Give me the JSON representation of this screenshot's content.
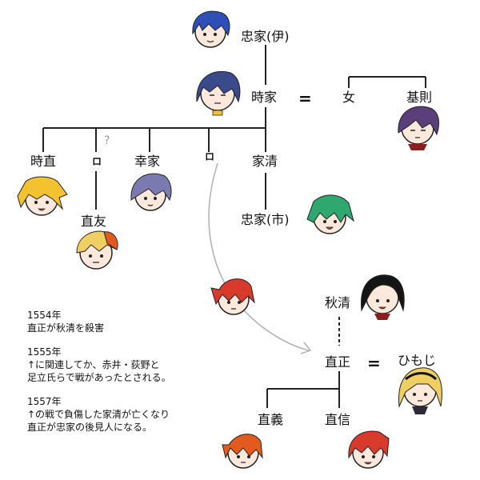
{
  "people": {
    "tadaie_i": "忠家(伊)",
    "tokiie": "時家",
    "onna": "女",
    "motonori": "基則",
    "tokinao": "時直",
    "small1": "ロ",
    "yukiie": "幸家",
    "small2": "ロ",
    "iekiyo": "家清",
    "naotomo": "直友",
    "tadaie_shi": "忠家(市)",
    "akikiyo": "秋清",
    "naomasa": "直正",
    "himoji": "ひもじ",
    "naoyoshi": "直義",
    "naonobu": "直信"
  },
  "symbols": {
    "marriage1": "=",
    "marriage2": "=",
    "question": "?"
  },
  "notes": [
    {
      "year": "1554年",
      "lines": [
        "直正が秋清を殺害"
      ]
    },
    {
      "year": "1555年",
      "lines": [
        "↑に関連してか、赤井・荻野と",
        "足立氏らで戦があったとされる。"
      ]
    },
    {
      "year": "1557年",
      "lines": [
        "↑の戦で負傷した家清が亡くなり",
        "直正が忠家の後見人になる。"
      ]
    }
  ],
  "colors": {
    "line": "#222222",
    "arrow": "#b0b0b0",
    "hair_blue": "#2f4fb8",
    "hair_navy": "#3a4a8a",
    "hair_purple": "#5a3f7a",
    "hair_yellow": "#f2c230",
    "hair_lavender": "#7a79b0",
    "hair_green": "#2fa870",
    "hair_orange": "#e35a1f",
    "hair_red": "#d83a2c",
    "hair_black": "#151515",
    "hair_blonde": "#f0cf62",
    "skin": "#fde9dc"
  }
}
